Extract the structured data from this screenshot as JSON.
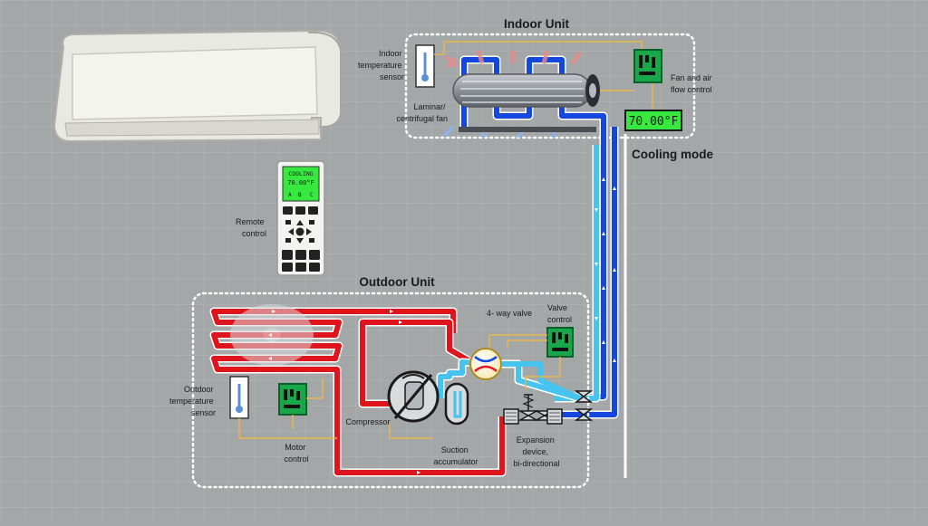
{
  "indoor_unit": {
    "title": "Indoor Unit",
    "sensor_label": [
      "Indoor",
      "temperature",
      "sensor"
    ],
    "fan_label": [
      "Laminar/",
      "centrifugal fan"
    ],
    "control_label": [
      "Fan and air",
      "flow control"
    ],
    "display_value": "70.00°F"
  },
  "mode_label": "Cooling mode",
  "remote": {
    "label": [
      "Remote",
      "control"
    ],
    "screen_mode": "COOLING",
    "screen_temp": "70.00°F",
    "screen_keys": [
      "A",
      "B",
      "C"
    ]
  },
  "outdoor_unit": {
    "title": "Outdoor Unit",
    "valve_label": "4- way valve",
    "valve_control_label": [
      "Valve",
      "control"
    ],
    "sensor_label": [
      "Outdoor",
      "temperature",
      "sensor"
    ],
    "compressor_label": "Compressor",
    "motor_label": [
      "Motor",
      "control"
    ],
    "accumulator_label": [
      "Suction",
      "accumulator"
    ],
    "expansion_label": [
      "Expansion",
      "device,",
      "bi-directional"
    ]
  },
  "colors": {
    "background": "#a3a7a8",
    "hot_pipe": "#e0141c",
    "cold_pipe": "#1447e0",
    "cool_line": "#46c3ee",
    "signal_wire": "#e8b64a",
    "control_board": "#18a84a",
    "lcd_screen": "#37e83f"
  }
}
